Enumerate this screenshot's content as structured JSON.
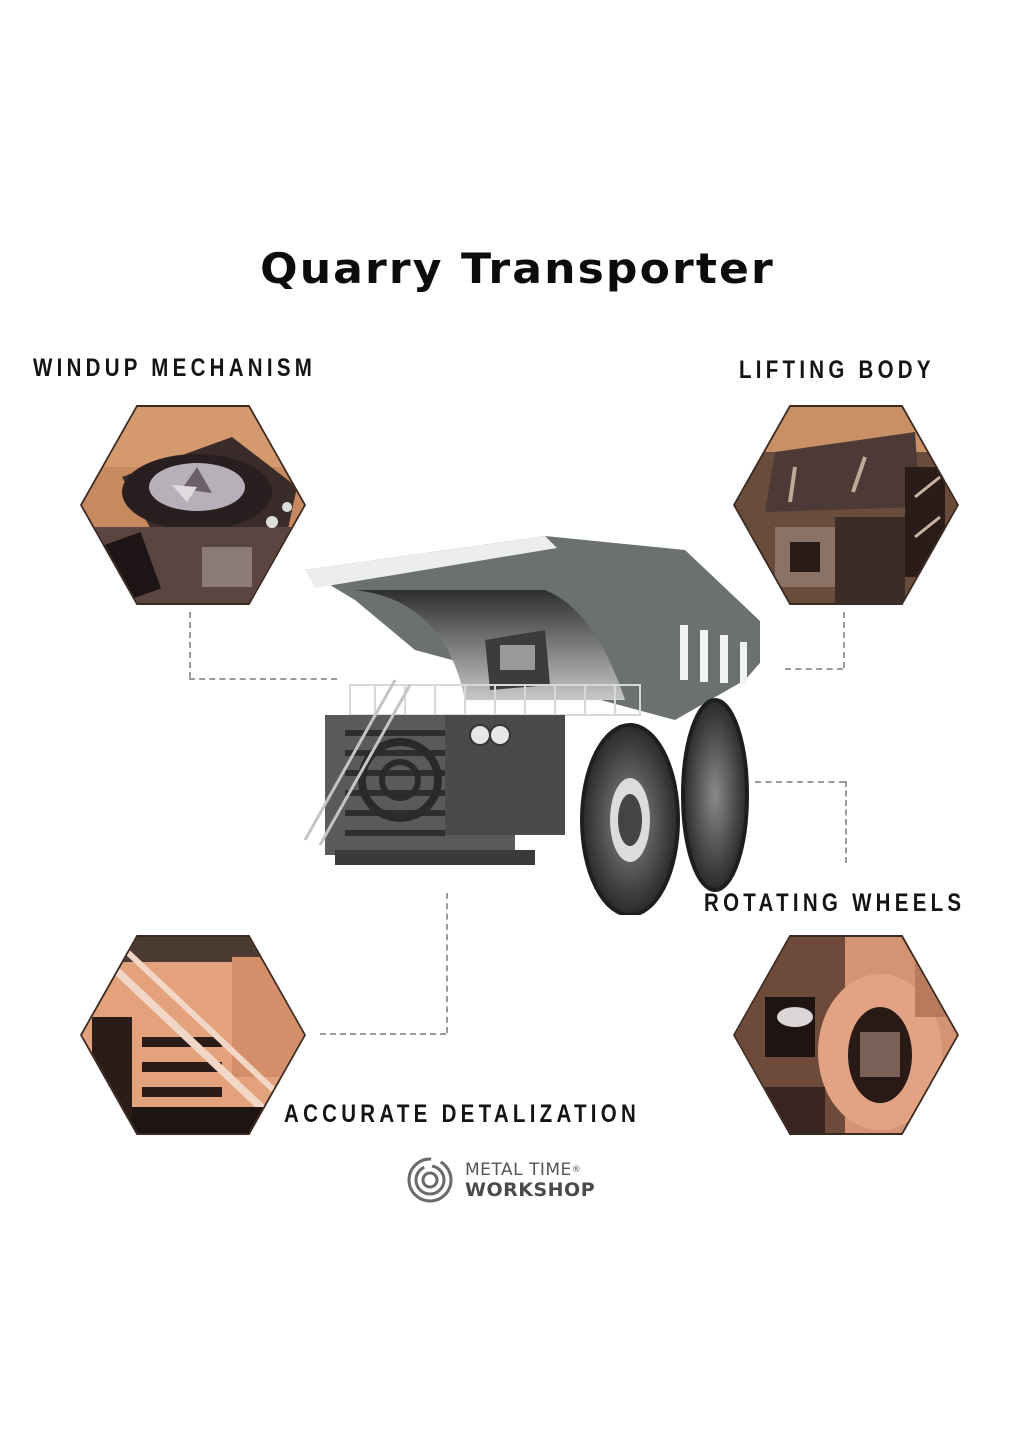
{
  "title": "Quarry Transporter",
  "features": [
    {
      "id": "windup",
      "label": "WINDUP MECHANISM",
      "icon": "windup-mechanism-photo"
    },
    {
      "id": "lifting",
      "label": "LIFTING BODY",
      "icon": "lifting-body-photo"
    },
    {
      "id": "wheels",
      "label": "ROTATING WHEELS",
      "icon": "rotating-wheels-photo"
    },
    {
      "id": "detail",
      "label": "ACCURATE DETALIZATION",
      "icon": "accurate-detalization-photo"
    }
  ],
  "product_image": "quarry-transporter-truck-model",
  "brand": {
    "line1": "METAL TIME",
    "registered": "®",
    "line2": "WORKSHOP"
  },
  "colors": {
    "background": "#ffffff",
    "text": "#141414",
    "copper": "#c98a66",
    "copper_dark": "#3a2a22",
    "truck_gray": "#6b7170",
    "dash": "#9a9a9a",
    "logo_gray": "#555555"
  }
}
